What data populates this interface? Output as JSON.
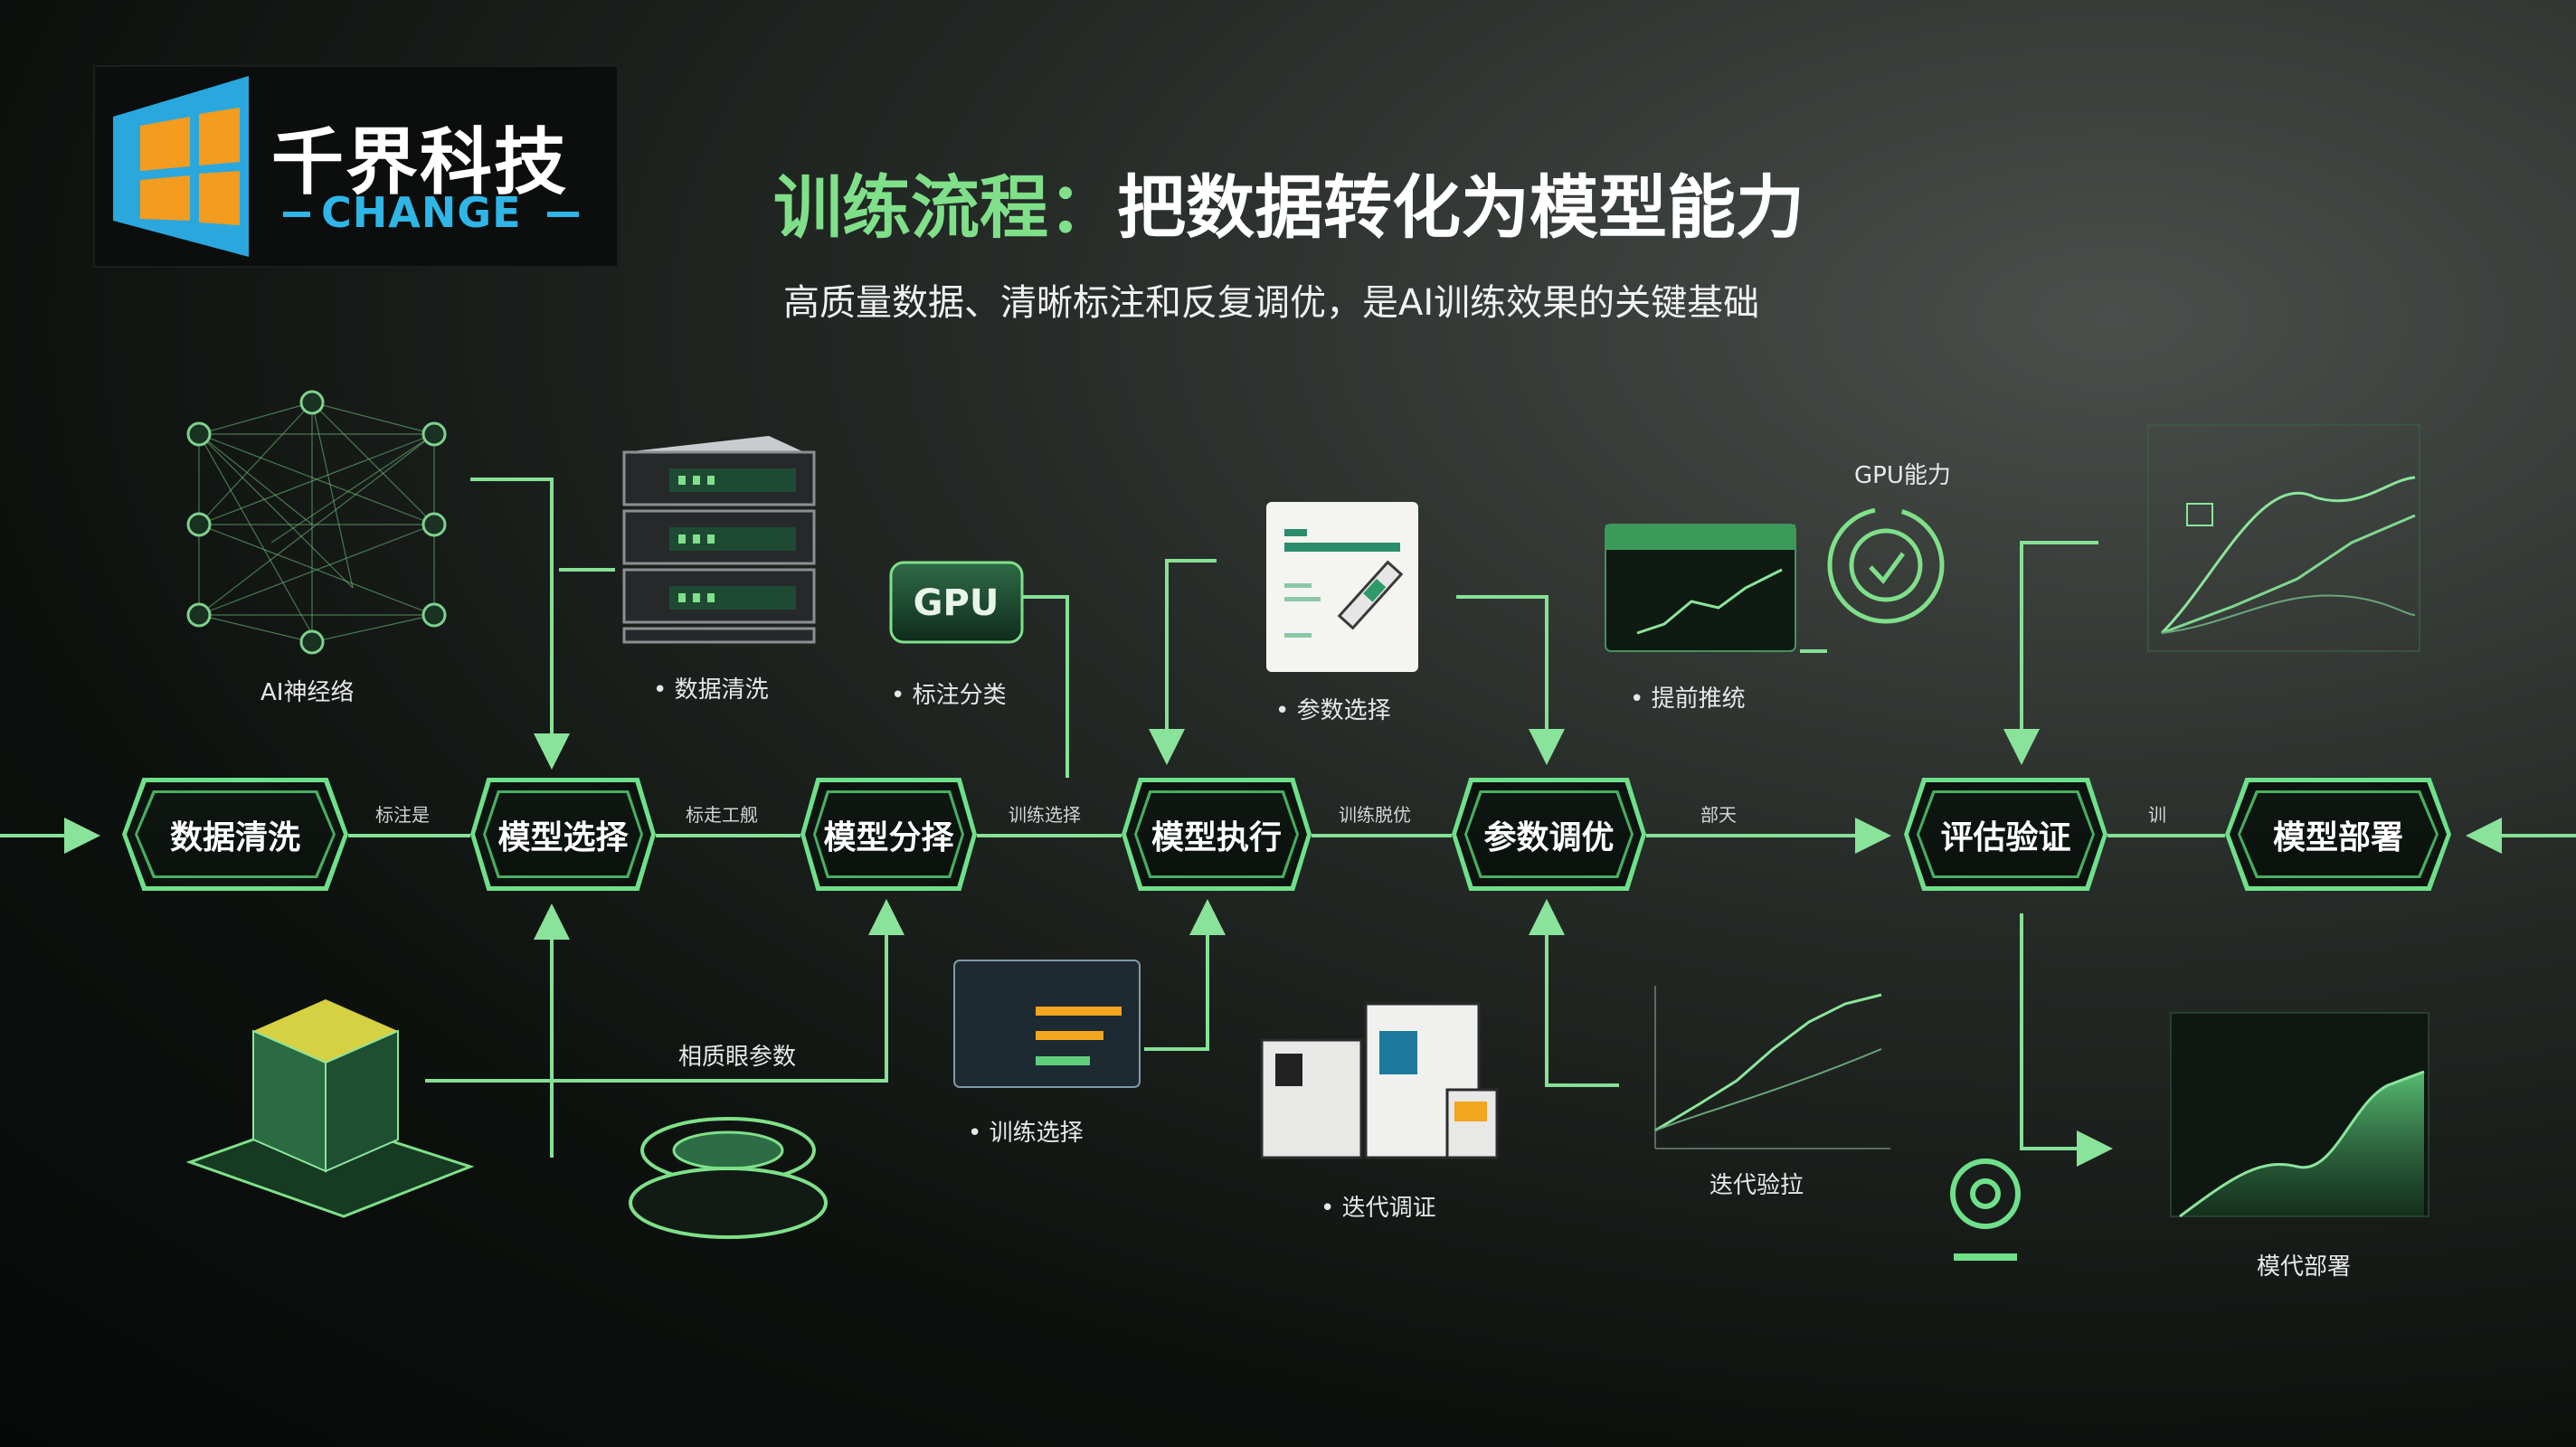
{
  "logo": {
    "title": "千界科技",
    "subtitle": "CHANGE"
  },
  "header": {
    "title_part1": "训练流程：",
    "title_part2": "把数据转化为模型能力",
    "subtitle": "高质量数据、清晰标注和反复调优，是AI训练效果的关键基础"
  },
  "flow": {
    "nodes": [
      "数据清洗",
      "模型选择",
      "模型分择",
      "模型执行",
      "参数调优",
      "评估验证",
      "模型部署"
    ],
    "connector_labels": [
      "标注是",
      "标走工舰",
      "训练选择",
      "训练脱优",
      "部天",
      "训"
    ]
  },
  "top_items": {
    "ai_network": "AI神经络",
    "data_clean": "• 数据清洗",
    "label_class": "• 标注分类",
    "param_select": "• 参数选择",
    "improve": "• 提前推统",
    "gpu_power": "GPU能力",
    "gpu_chip": "GPU"
  },
  "bottom_items": {
    "params": "相质眼参数",
    "train_select": "• 训练选择",
    "iter_tune": "• 迭代调证",
    "eval": "迭代验拉",
    "deploy": "模代部署"
  },
  "colors": {
    "accent": "#7fe089",
    "wire": "#86e096",
    "logo_blue": "#2fb5e6",
    "logo_orange": "#f39c1f"
  }
}
